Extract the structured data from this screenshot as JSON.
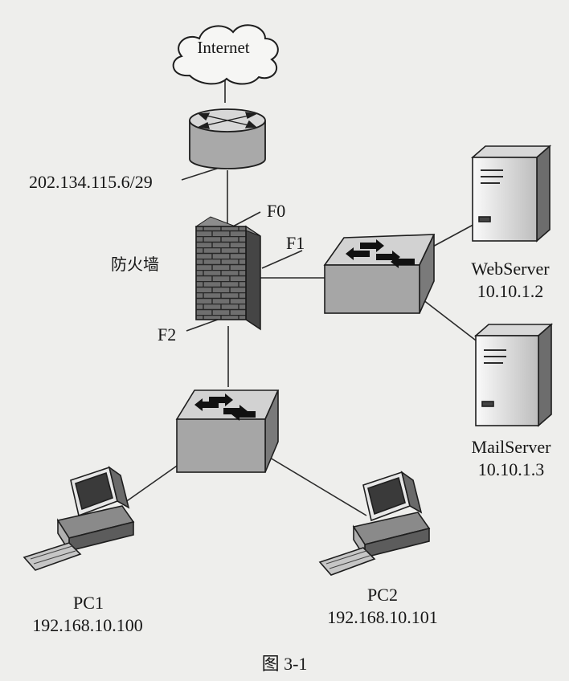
{
  "cloud": {
    "label": "Internet"
  },
  "router": {
    "wan_ip": "202.134.115.6/29"
  },
  "firewall": {
    "label": "防火墙",
    "ports": {
      "f0": "F0",
      "f1": "F1",
      "f2": "F2"
    }
  },
  "servers": [
    {
      "name": "WebServer",
      "ip": "10.10.1.2"
    },
    {
      "name": "MailServer",
      "ip": "10.10.1.3"
    }
  ],
  "pcs": [
    {
      "name": "PC1",
      "ip": "192.168.10.100"
    },
    {
      "name": "PC2",
      "ip": "192.168.10.101"
    }
  ],
  "figure": {
    "caption": "图 3-1"
  }
}
